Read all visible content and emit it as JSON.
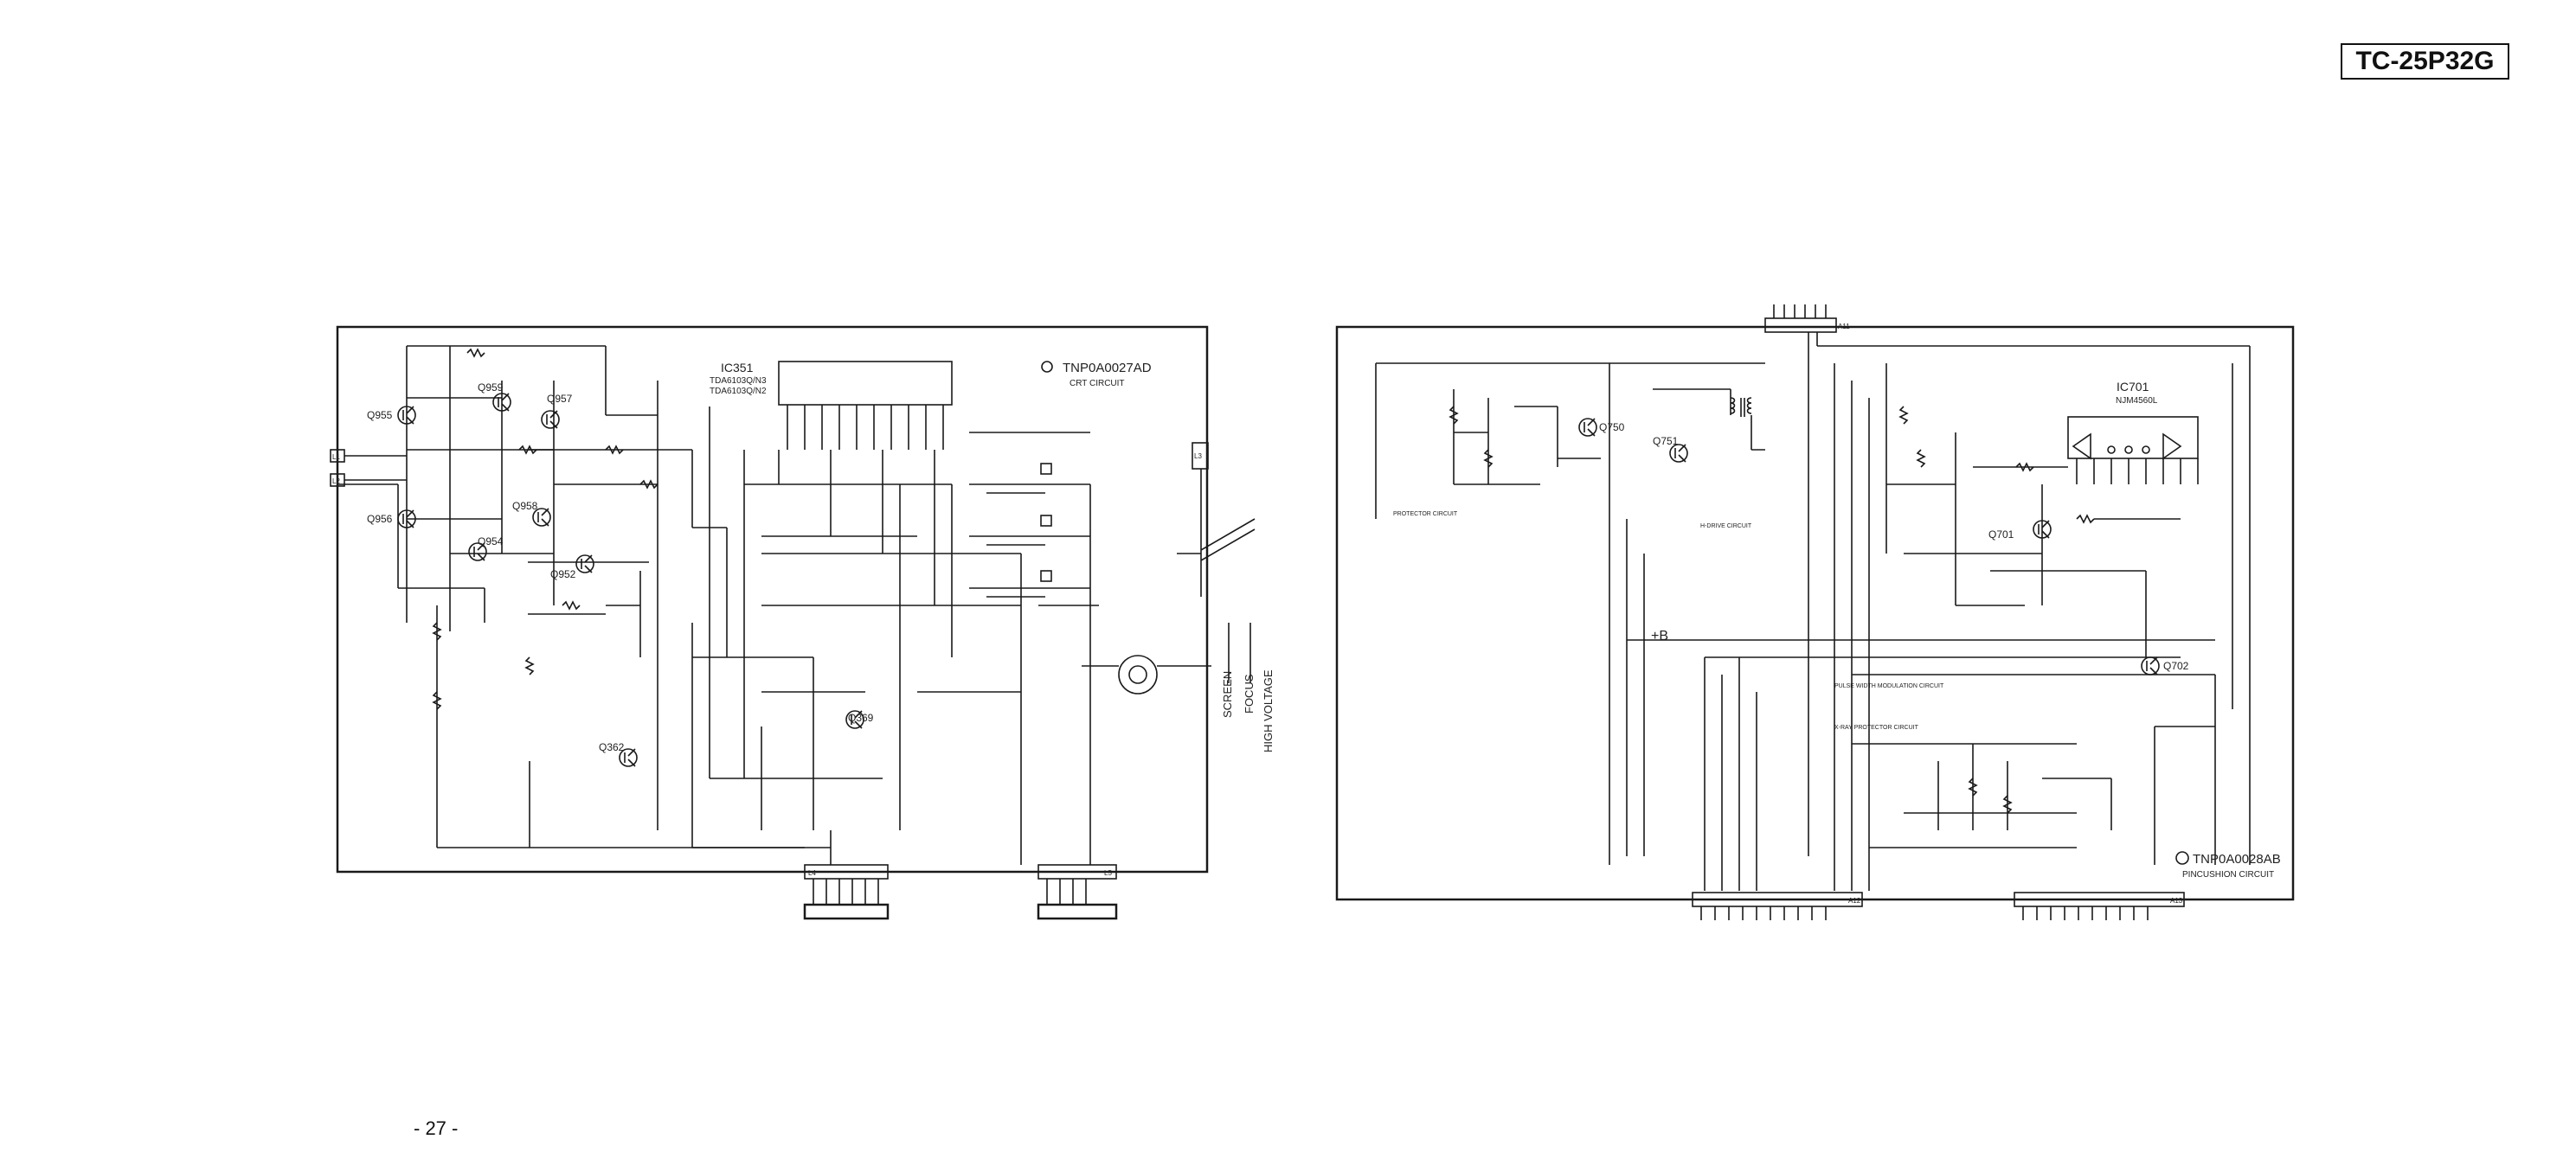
{
  "header": {
    "model": "TC-25P32G"
  },
  "footer": {
    "page": "- 27 -"
  },
  "crt_board": {
    "board_id": "TNP0A0027AD",
    "circuit_name": "CRT CIRCUIT",
    "ic": {
      "name": "IC351",
      "part_a": "TDA6103Q/N3",
      "part_b": "TDA6103Q/N2"
    },
    "transistors": [
      "Q955",
      "Q957",
      "Q956",
      "Q959",
      "Q958",
      "Q954",
      "Q952",
      "Q362",
      "Q369"
    ],
    "connectors": [
      "L1",
      "L2",
      "L3",
      "L4",
      "L5"
    ],
    "lead_labels": [
      "SCREEN",
      "FOCUS",
      "HIGH VOLTAGE"
    ]
  },
  "pincushion_board": {
    "board_id": "TNP0A0028AB",
    "circuit_name": "PINCUSHION CIRCUIT",
    "ic": {
      "name": "IC701",
      "part": "NJM4560L"
    },
    "transistors": [
      "Q750",
      "Q751",
      "Q701",
      "Q702"
    ],
    "connectors": [
      "A11",
      "A12",
      "A13"
    ],
    "labels": {
      "bplus": "+B",
      "protector": "PROTECTOR CIRCUIT",
      "pwm": "PULSE WIDTH MODULATION CIRCUIT",
      "xray": "X-RAY PROTECTOR CIRCUIT",
      "hdrive": "H-DRIVE CIRCUIT"
    }
  },
  "colors": {
    "ink": "#1a1a1a",
    "paper": "#ffffff"
  }
}
